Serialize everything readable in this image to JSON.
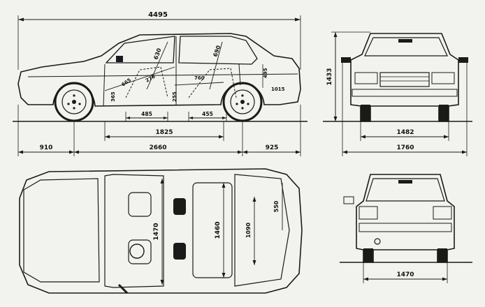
{
  "dimensions": {
    "overall_length": "4495",
    "front_overhang": "910",
    "wheelbase": "2660",
    "rear_overhang": "925",
    "interior_length": "1825",
    "front_seat_depth": "485",
    "rear_seat_depth": "455",
    "height": "1433",
    "front_track": "1482",
    "width": "1760",
    "rear_track": "1470",
    "door_window_height": "495",
    "trunk_height": "1015",
    "side_a": "630",
    "side_b": "690",
    "side_c": "278",
    "side_d": "760",
    "side_e": "665",
    "side_f": "365",
    "side_g": "255",
    "plan_front_width": "1470",
    "plan_rear_width": "1460",
    "plan_trunk_width": "1090",
    "plan_side": "550"
  },
  "colors": {
    "paper": "#f2f2ee",
    "ink": "#1a1a1a"
  }
}
